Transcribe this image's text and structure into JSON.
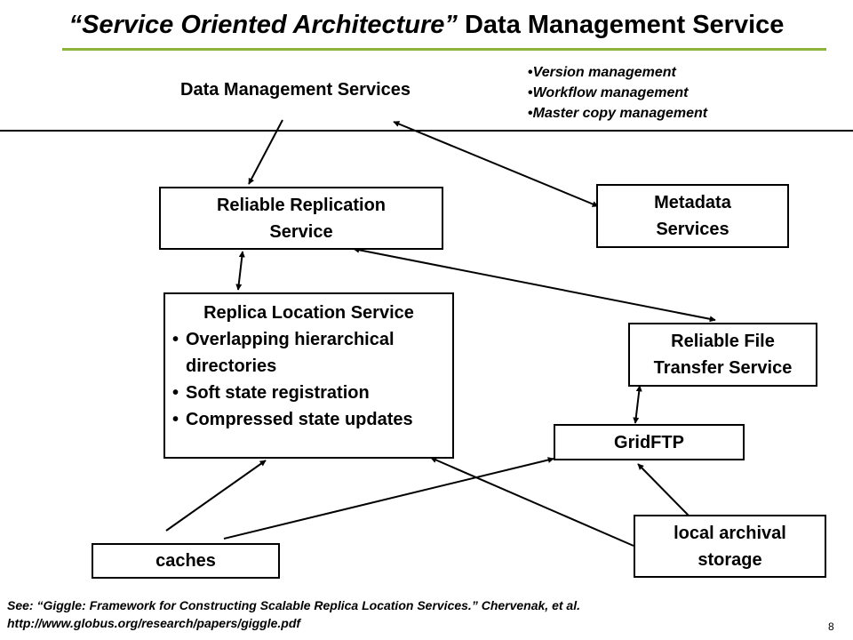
{
  "title": {
    "italic_part": "“Service Oriented Architecture”",
    "plain_part": "Data Management Service"
  },
  "dms_label": "Data Management Services",
  "features": [
    "Version management",
    "Workflow management",
    "Master copy management"
  ],
  "nodes": {
    "reliable_replication": [
      "Reliable Replication",
      "Service"
    ],
    "metadata": [
      "Metadata",
      "Services"
    ],
    "replica_location": {
      "heading": "Replica Location Service",
      "bullets": [
        "Overlapping hierarchical directories",
        "Soft state registration",
        "Compressed state updates"
      ]
    },
    "reliable_file_transfer": [
      "Reliable File",
      "Transfer Service"
    ],
    "gridftp": "GridFTP",
    "caches": "caches",
    "local_archival": [
      "local archival",
      "storage"
    ]
  },
  "footer": {
    "citation": "See: “Giggle: Framework for Constructing Scalable Replica Location Services.” Chervenak, et al.",
    "url": "http://www.globus.org/research/papers/giggle.pdf"
  },
  "page_number": "8"
}
